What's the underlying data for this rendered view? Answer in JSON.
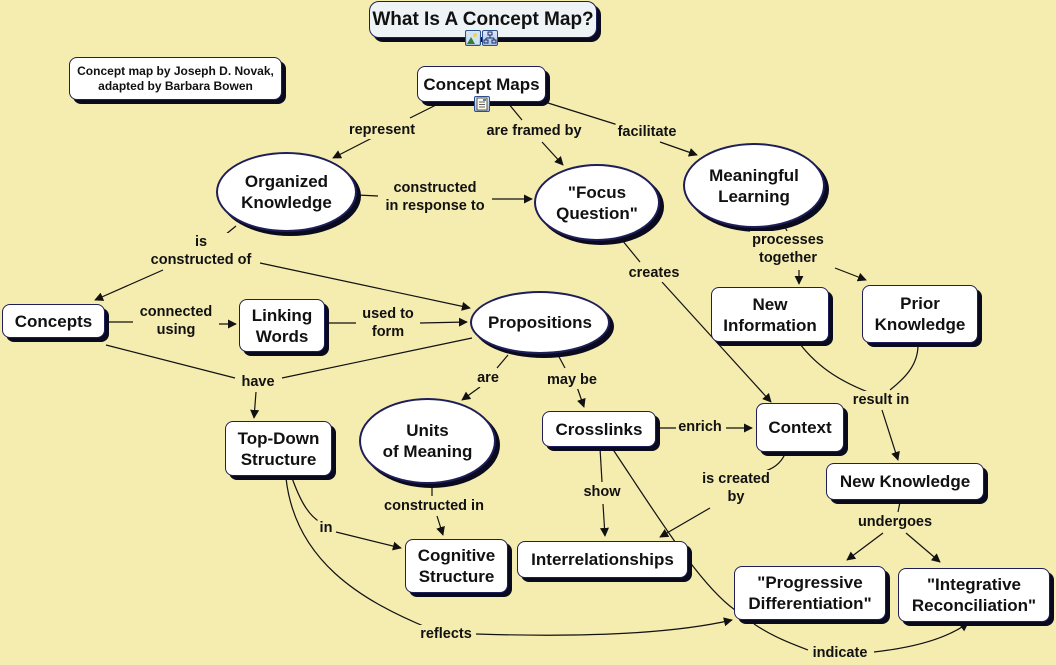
{
  "title": "What Is A Concept Map?",
  "credit": "Concept map by Joseph D. Novak,\nadapted by Barbara Bowen",
  "title_icons": [
    "image-resource-icon",
    "concept-map-resource-icon"
  ],
  "node_icons": [
    "document-resource-icon"
  ],
  "concepts": {
    "concept_maps": "Concept Maps",
    "organized_knowledge": "Organized\nKnowledge",
    "focus_question": "\"Focus\nQuestion\"",
    "meaningful_learning": "Meaningful\nLearning",
    "concepts": "Concepts",
    "linking_words": "Linking\nWords",
    "propositions": "Propositions",
    "new_information": "New\nInformation",
    "prior_knowledge": "Prior\nKnowledge",
    "top_down_structure": "Top-Down\nStructure",
    "units_of_meaning": "Units\nof Meaning",
    "crosslinks": "Crosslinks",
    "context": "Context",
    "new_knowledge": "New Knowledge",
    "cognitive_structure": "Cognitive\nStructure",
    "interrelationships": "Interrelationships",
    "progressive_differentiation": "\"Progressive\nDifferentiation\"",
    "integrative_reconciliation": "\"Integrative\nReconciliation\""
  },
  "links": {
    "represent": "represent",
    "are_framed_by": "are framed by",
    "facilitate": "facilitate",
    "constructed_in_response_to": "constructed\nin response to",
    "is_constructed_of": "is\nconstructed of",
    "processes_together": "processes\ntogether",
    "creates": "creates",
    "connected_using": "connected\nusing",
    "used_to_form": "used to\nform",
    "have": "have",
    "are": "are",
    "may_be": "may be",
    "result_in": "result in",
    "enrich": "enrich",
    "is_created_by": "is created\nby",
    "show": "show",
    "constructed_in": "constructed in",
    "in": "in",
    "undergoes": "undergoes",
    "reflects": "reflects",
    "indicate": "indicate"
  },
  "colors": {
    "background": "#f5ecb0",
    "node_fill": "#ffffff",
    "node_border": "#1e1e5a",
    "shadow": "#0a0a1e",
    "line": "#111111"
  }
}
